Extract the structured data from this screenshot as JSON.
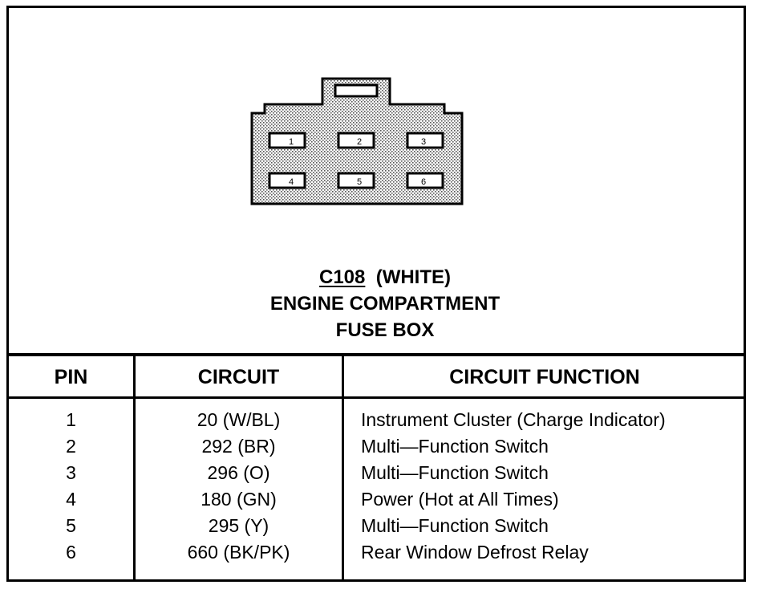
{
  "connector": {
    "code": "C108",
    "color_label": "(WHITE)",
    "location_line1": "ENGINE COMPARTMENT",
    "location_line2": "FUSE BOX",
    "cavity_labels": [
      "1",
      "2",
      "3",
      "4",
      "5",
      "6"
    ]
  },
  "table": {
    "headers": {
      "pin": "PIN",
      "circuit": "CIRCUIT",
      "function": "CIRCUIT FUNCTION"
    },
    "rows": [
      {
        "pin": "1",
        "circuit": "20 (W/BL)",
        "function": "Instrument Cluster (Charge Indicator)"
      },
      {
        "pin": "2",
        "circuit": "292 (BR)",
        "function": "Multi—Function Switch"
      },
      {
        "pin": "3",
        "circuit": "296 (O)",
        "function": "Multi—Function Switch"
      },
      {
        "pin": "4",
        "circuit": "180 (GN)",
        "function": "Power (Hot at All Times)"
      },
      {
        "pin": "5",
        "circuit": "295 (Y)",
        "function": "Multi—Function Switch"
      },
      {
        "pin": "6",
        "circuit": "660 (BK/PK)",
        "function": "Rear Window Defrost Relay"
      }
    ]
  }
}
